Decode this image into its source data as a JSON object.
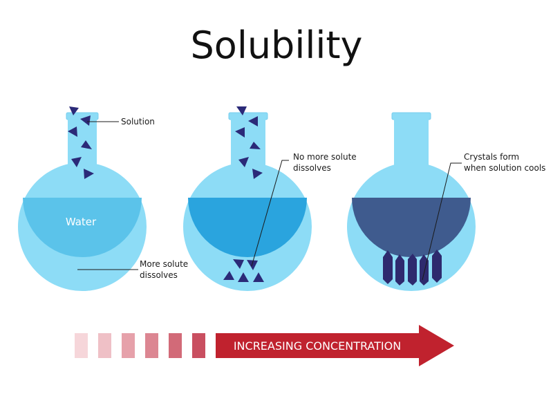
{
  "title": "Solubility",
  "labels": {
    "solution": "Solution",
    "water": "Water",
    "more_solute_line1": "More solute",
    "more_solute_line2": "dissolves",
    "no_more_line1": "No more solute",
    "no_more_line2": "dissolves",
    "crystals_line1": "Crystals form",
    "crystals_line2": "when solution cools"
  },
  "arrow": {
    "label": "INCREASING CONCENTRATION"
  },
  "colors": {
    "flask_glass": "#8ddcf6",
    "flask_glass_edge": "#76cdee",
    "liquid_water": "#5bc3ea",
    "liquid_solution": "#2aa4de",
    "liquid_saturated": "#3f5b8e",
    "solute": "#2b2a78",
    "crystal": "#2e2a6e",
    "arrow": "#c0222e",
    "gradient_squares": [
      "#f6d6da",
      "#efc0c6",
      "#e6a1aa",
      "#dc8692",
      "#d26a78",
      "#c94f60"
    ]
  }
}
